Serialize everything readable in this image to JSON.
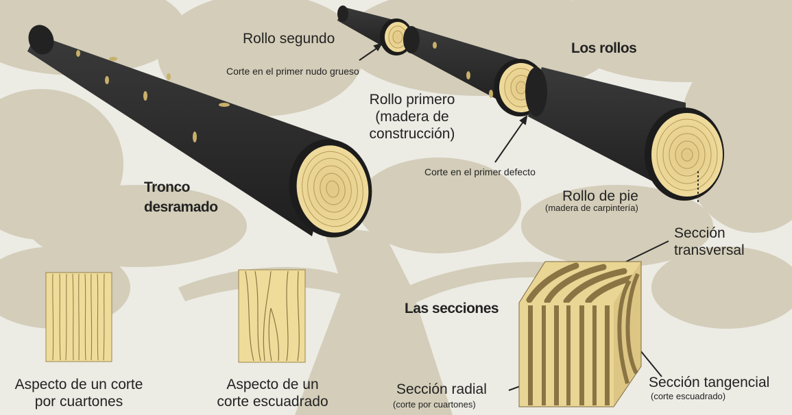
{
  "labels": {
    "rollo_segundo": "Rollo segundo",
    "corte_nudo": "Corte en el primer nudo grueso",
    "los_rollos": "Los rollos",
    "rollo_primero_1": "Rollo primero",
    "rollo_primero_2": "(madera de",
    "rollo_primero_3": "construcción)",
    "corte_defecto": "Corte en el primer defecto",
    "rollo_pie": "Rollo de pie",
    "rollo_pie_sub": "(madera de carpintería)",
    "tronco_1": "Tronco",
    "tronco_2": "desramado",
    "seccion_transversal_1": "Sección",
    "seccion_transversal_2": "transversal",
    "las_secciones": "Las secciones",
    "aspecto_cuartones_1": "Aspecto de un corte",
    "aspecto_cuartones_2": "por cuartones",
    "aspecto_escuadrado_1": "Aspecto de un",
    "aspecto_escuadrado_2": "corte escuadrado",
    "seccion_radial": "Sección radial",
    "seccion_radial_sub": "(corte por cuartones)",
    "seccion_tangencial": "Sección tangencial",
    "seccion_tangencial_sub": "(corte escuadrado)"
  },
  "colors": {
    "background": "#ecebe4",
    "tree_silhouette": "#c9c3ae",
    "log_bark": "#2b2b2b",
    "wood_face": "#e8d48e",
    "wood_ring": "#b59a57",
    "text": "#222222"
  }
}
